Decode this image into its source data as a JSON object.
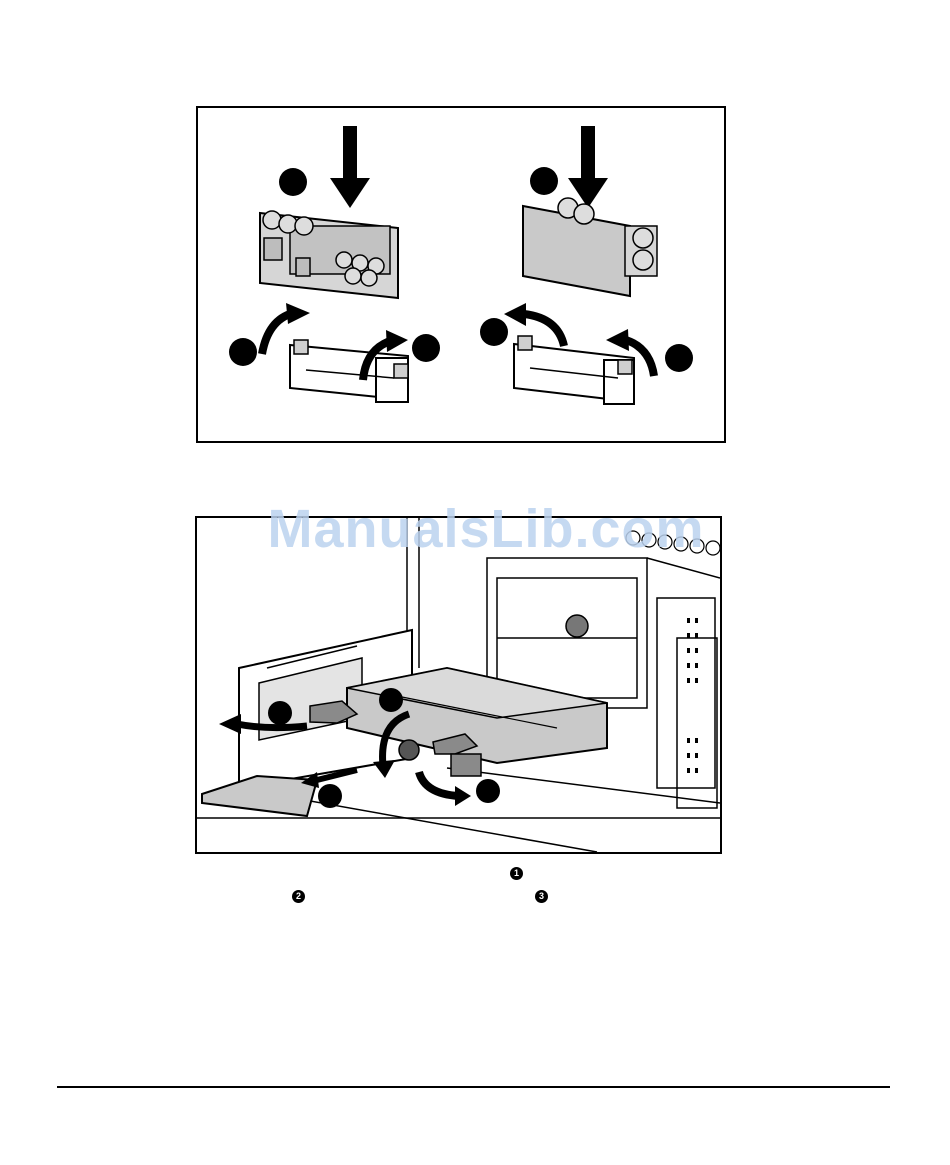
{
  "watermark": {
    "text": "ManualsLib.com",
    "color": "#bcd3ef"
  },
  "callout_markers": [
    "1",
    "2",
    "3"
  ]
}
